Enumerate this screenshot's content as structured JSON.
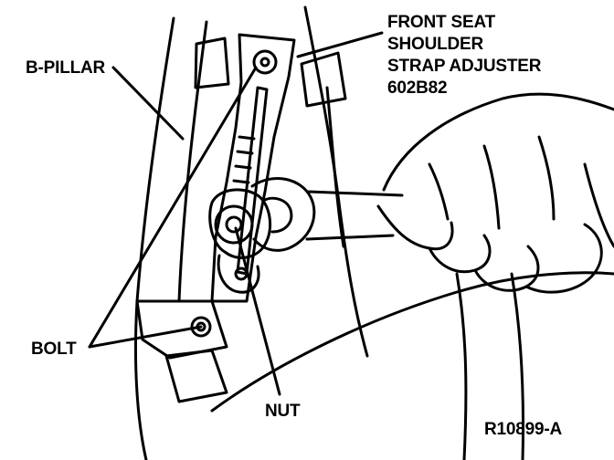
{
  "labels": {
    "component": [
      "FRONT SEAT",
      "SHOULDER",
      "STRAP ADJUSTER",
      "602B82"
    ],
    "pillar": "B-PILLAR",
    "bolt": "BOLT",
    "nut": "NUT",
    "figure_code": "R10899-A"
  },
  "colors": {
    "ink": "#000000",
    "paper": "#ffffff"
  }
}
